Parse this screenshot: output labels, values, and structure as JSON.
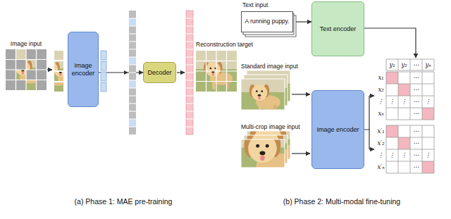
{
  "diagram": {
    "nodes": [
      {
        "text": [
          "Image encoder"
        ]
      },
      {
        "text": [
          "Decoder"
        ]
      },
      {
        "text": [
          "Text input",
          "A running puppy."
        ]
      },
      {
        "text": [
          "Text encoder"
        ]
      },
      {
        "text": [
          "Image encoder"
        ]
      }
    ],
    "edges": [
      {
        "from": 0,
        "to": 1,
        "arrow": "to"
      },
      {
        "from": 2,
        "to": 3,
        "arrow": "to"
      }
    ],
    "labels": [
      "Image input",
      "Reconstruction target",
      "(a) Phase 1: MAE pre-training",
      "Standard image input",
      "Multi-crop image input",
      "(b) Phase 2: Multi-modal fine-tuning",
      "y₁",
      "y₂",
      "⋯",
      "yₙ",
      "x₁",
      "⋯",
      "x₂",
      "⋯",
      "⋮",
      "⋮",
      "⋮",
      "⋯",
      "⋮",
      "xₙ",
      "⋯",
      "x′₁",
      "⋯",
      "x′₂",
      "⋯",
      "⋮",
      "⋮",
      "⋮",
      "⋯",
      "⋮",
      "x′ₙ",
      "⋯"
    ]
  }
}
